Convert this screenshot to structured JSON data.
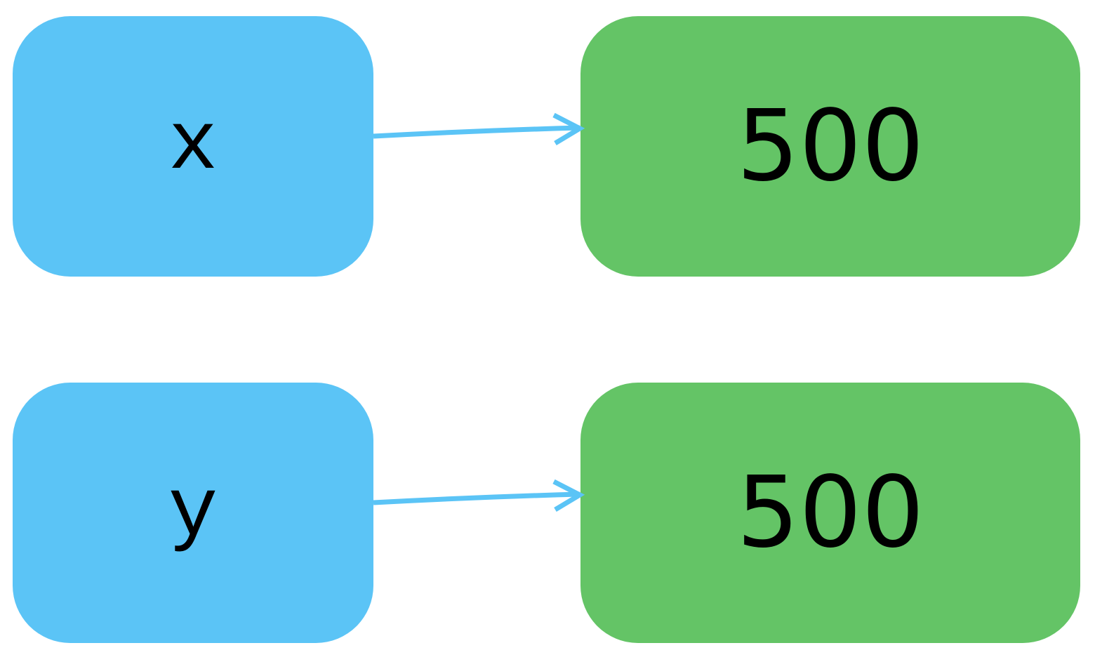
{
  "colors": {
    "variable_fill": "#5bc4f6",
    "value_fill": "#64c466",
    "arrow": "#5bc4f6",
    "text": "#000000"
  },
  "variables": [
    {
      "label": "x"
    },
    {
      "label": "y"
    }
  ],
  "values": [
    {
      "label": "500"
    },
    {
      "label": "500"
    }
  ]
}
